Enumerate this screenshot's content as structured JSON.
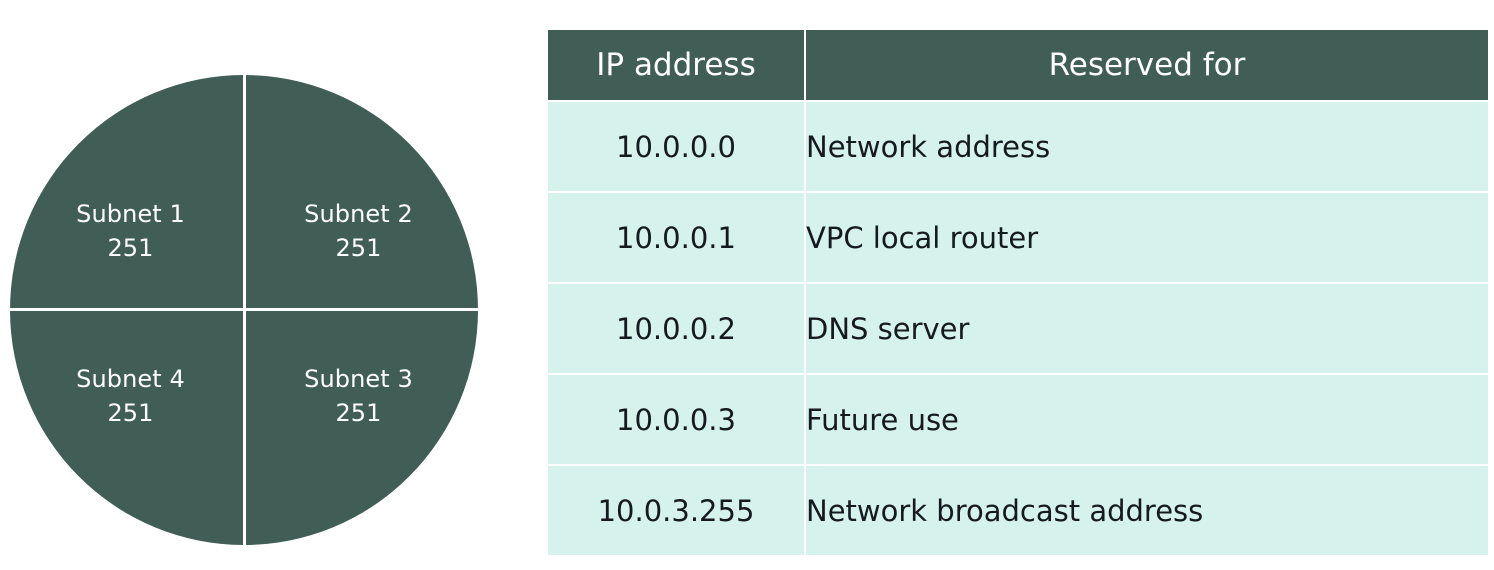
{
  "diagram": {
    "name": "vpc-subnet-quadrant-diagram",
    "shape": "circle-divided-into-four-quadrants",
    "fill_color": "#405E56",
    "divider_color": "#FFFFFF",
    "label_color": "#FFFFFF",
    "quadrants": [
      {
        "position": "top-left",
        "name": "Subnet 1",
        "count": "251"
      },
      {
        "position": "top-right",
        "name": "Subnet 2",
        "count": "251"
      },
      {
        "position": "bottom-right",
        "name": "Subnet 3",
        "count": "251"
      },
      {
        "position": "bottom-left",
        "name": "Subnet 4",
        "count": "251"
      }
    ]
  },
  "table": {
    "name": "reserved-ip-address-table",
    "header_background": "#405E56",
    "header_text_color": "#FFFFFF",
    "row_background": "#D5F2EC",
    "row_text_color": "#16191F",
    "columns": [
      {
        "key": "ip",
        "label": "IP address"
      },
      {
        "key": "desc",
        "label": "Reserved for"
      }
    ],
    "rows": [
      {
        "ip": "10.0.0.0",
        "desc": "Network address"
      },
      {
        "ip": "10.0.0.1",
        "desc": "VPC local router"
      },
      {
        "ip": "10.0.0.2",
        "desc": "DNS server"
      },
      {
        "ip": "10.0.0.3",
        "desc": "Future use"
      },
      {
        "ip": "10.0.3.255",
        "desc": "Network broadcast address"
      }
    ]
  },
  "chart_data": {
    "type": "pie",
    "title": "",
    "categories": [
      "Subnet 1",
      "Subnet 2",
      "Subnet 3",
      "Subnet 4"
    ],
    "values": [
      251,
      251,
      251,
      251
    ],
    "value_labels": [
      "251",
      "251",
      "251",
      "251"
    ],
    "slice_order": [
      "Subnet 1",
      "Subnet 2",
      "Subnet 3",
      "Subnet 4"
    ],
    "colors": [
      "#405E56",
      "#405E56",
      "#405E56",
      "#405E56"
    ],
    "legend": "none",
    "labels_inside_slices": true,
    "grid": false
  }
}
